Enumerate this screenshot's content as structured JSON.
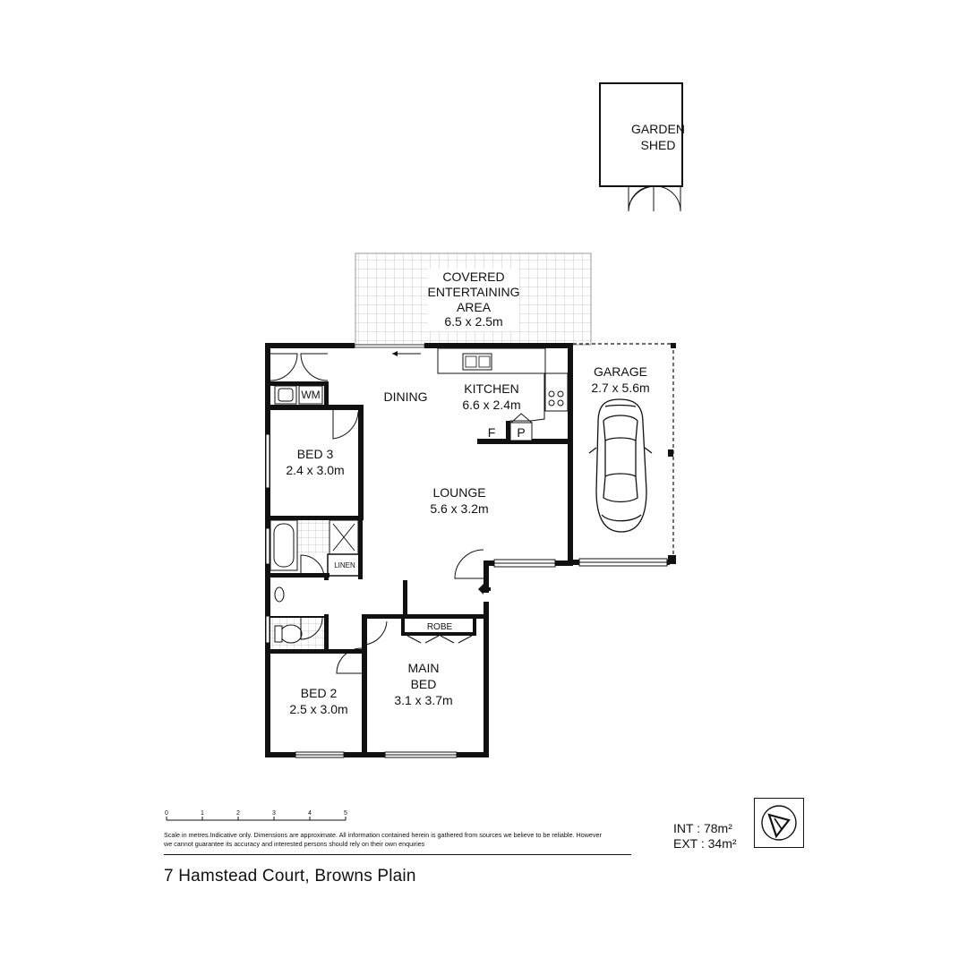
{
  "rooms": {
    "garden_shed": [
      "GARDEN",
      "SHED"
    ],
    "covered_area": [
      "COVERED",
      "ENTERTAINING",
      "AREA",
      "6.5 x 2.5m"
    ],
    "garage": [
      "GARAGE",
      "2.7 x 5.6m"
    ],
    "dining": "DINING",
    "kitchen": [
      "KITCHEN",
      "6.6 x 2.4m"
    ],
    "fridge": "F",
    "pantry": "P",
    "laundry_wm": "WM",
    "bed3": [
      "BED 3",
      "2.4 x 3.0m"
    ],
    "lounge": [
      "LOUNGE",
      "5.6 x 3.2m"
    ],
    "linen": "LINEN",
    "robe": "ROBE",
    "main_bed": [
      "MAIN",
      "BED",
      "3.1 x 3.7m"
    ],
    "bed2": [
      "BED 2",
      "2.5 x 3.0m"
    ]
  },
  "scale_ticks": [
    "0",
    "1",
    "2",
    "3",
    "4",
    "5"
  ],
  "disclaimer": "Scale in metres.Indicative only. Dimensions are approximate. All information contained herein is gathered from sources we believe to be reliable. However we cannot guarantee its accuracy and interested persons should rely on their own enquiries",
  "areas": {
    "int": "INT   : 78m²",
    "ext": "EXT  : 34m²"
  },
  "address": "7 Hamstead Court, Browns Plain"
}
